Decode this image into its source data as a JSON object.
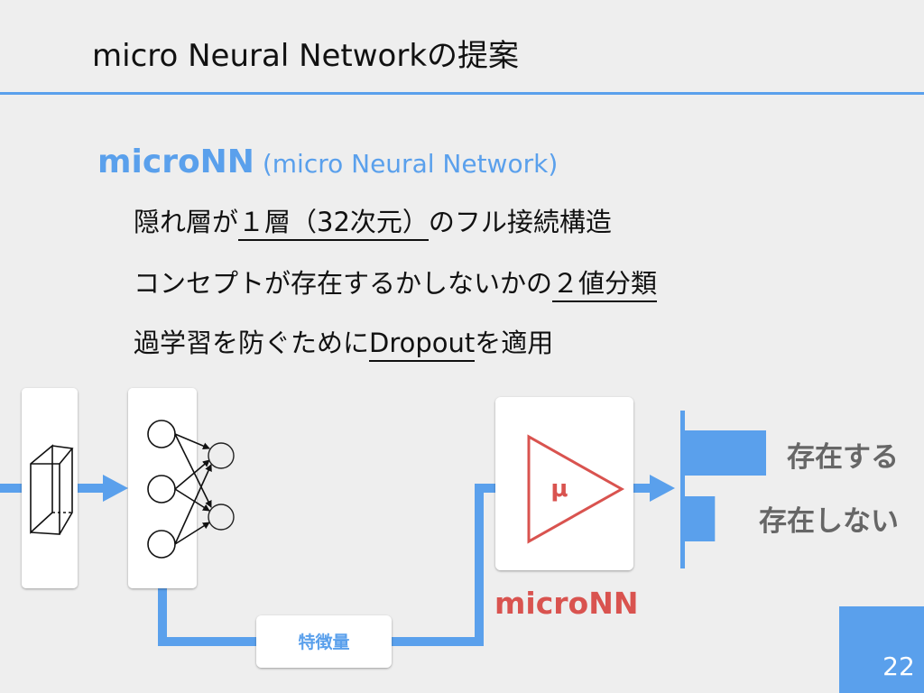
{
  "slide": {
    "title": "micro Neural Networkの提案",
    "subtitle_main": "microNN",
    "subtitle_paren": " (micro Neural Network)",
    "bullets": [
      {
        "before": "隠れ層が",
        "underlined": "１層（32次元）",
        "after": "のフル接続構造"
      },
      {
        "before": "コンセプトが存在するかしないかの",
        "underlined": "２値分類",
        "after": ""
      },
      {
        "before": "過学習を防ぐために",
        "underlined": "Dropout",
        "after": "を適用"
      }
    ]
  },
  "diagram": {
    "feature_label": "特徴量",
    "mu_symbol": "μ",
    "micro_label": "microNN",
    "outputs": [
      {
        "label": "存在する",
        "value": 1.0
      },
      {
        "label": "存在しない",
        "value": 0.37
      }
    ]
  },
  "page_number": "22",
  "colors": {
    "accent": "#5aa0ec",
    "micro": "#d9534f",
    "background": "#eeeeee",
    "output_label": "#666666"
  }
}
